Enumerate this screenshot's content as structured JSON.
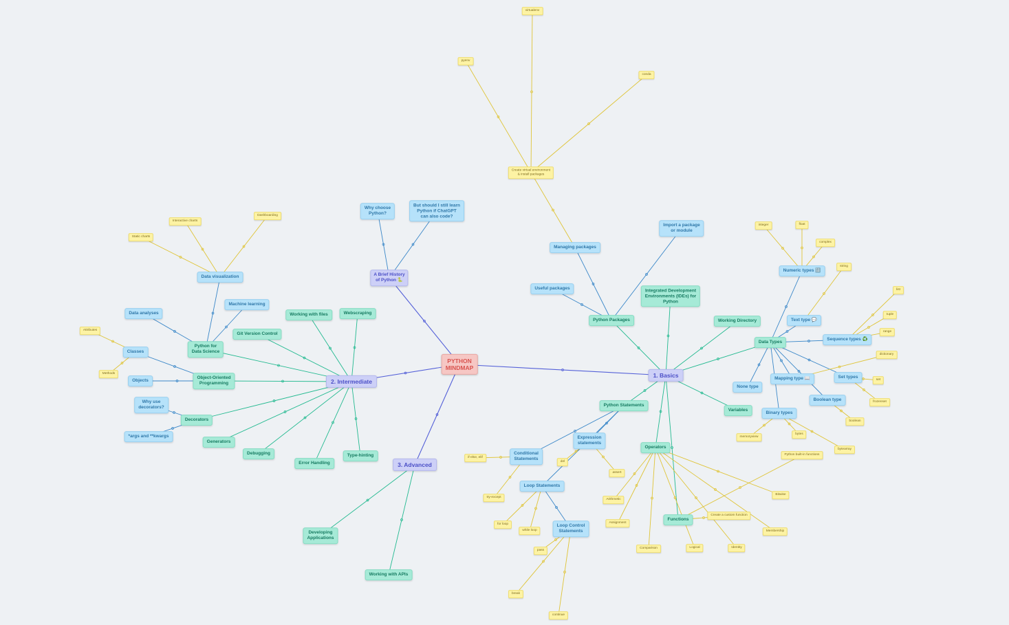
{
  "colors": {
    "background": "#eef1f4",
    "edge_main": "#5460d8",
    "edge_teal": "#21b98f",
    "edge_blue": "#3a87c8",
    "edge_yellow": "#dfc437"
  },
  "nodes": {
    "root": "PYTHON\nMINDMAP",
    "basics": "1. Basics",
    "intermediate": "2. Intermediate",
    "advanced": "3. Advanced",
    "history": "A Brief History\nof Python 🐍",
    "why_choose": "Why choose\nPython?",
    "chatgpt": "But should I still learn\nPython if ChatGPT\ncan also code?",
    "python_packages": "Python Packages",
    "managing_packages": "Managing packages",
    "useful_packages": "Useful packages",
    "import_package": "Import a package\nor module",
    "create_venv": "Create virtual environment\n& install packages",
    "venv": "virtualenv",
    "pyenv": "pyenv",
    "conda": "conda",
    "ides": "Integrated Development\nEnvironments (IDEs) for\nPython",
    "working_directory": "Working Directory",
    "data_types": "Data Types",
    "numeric_types": "Numeric types 🔢",
    "integer": "integer",
    "float": "float",
    "complex": "complex",
    "text_type": "Text type 💬",
    "string": "string",
    "sequence_types": "Sequence types ♻️",
    "list": "list",
    "tuple": "tuple",
    "range": "range",
    "mapping_type": "Mapping type 📖",
    "dictionary": "dictionary",
    "set_types": "Set types",
    "set": "set",
    "frozenset": "frozenset",
    "none_type": "None type",
    "boolean_type": "Boolean type",
    "boolean": "boolean",
    "binary_types": "Binary types",
    "memoryview": "memoryview",
    "bytes": "bytes",
    "bytearray": "bytearray",
    "variables": "Variables",
    "python_statements": "Python Statements",
    "expression_statements": "Expression\nstatements",
    "del": "del",
    "assert": "assert",
    "conditional_statements": "Conditional\nStatements",
    "if_else": "if-else, elif",
    "try_except": "try-except",
    "loop_statements": "Loop Statements",
    "for_loop": "for loop",
    "while_loop": "while loop",
    "loop_control": "Loop Control\nStatements",
    "pass": "pass",
    "break": "break",
    "continue": "continue",
    "operators": "Operators",
    "arithmetic": "Arithmetic",
    "assignment": "Assignment",
    "comparison": "Comparison",
    "logical": "Logical",
    "identity": "Identity",
    "membership": "Membership",
    "bitwise": "Bitwise",
    "functions": "Functions",
    "builtin_functions": "Python built-in functions",
    "custom_function": "Create a custom function",
    "working_files": "Working with files",
    "webscraping": "Webscraping",
    "git": "Git Version Control",
    "python_ds": "Python for\nData Science",
    "data_viz": "Data visualization",
    "static_charts": "Static charts",
    "interactive_charts": "Interactive charts",
    "dashboarding": "Dashboarding",
    "data_analyses": "Data analyses",
    "machine_learning": "Machine learning",
    "oop": "Object-Oriented\nProgramming",
    "classes": "Classes",
    "attributes": "Attributes",
    "methods": "Methods",
    "objects": "Objects",
    "decorators": "Decorators",
    "why_decorators": "Why use\ndecorators?",
    "args_kwargs": "*args and **kwargs",
    "generators": "Generators",
    "debugging": "Debugging",
    "error_handling": "Error Handling",
    "type_hinting": "Type-hinting",
    "developing_apps": "Developing\nApplications",
    "working_apis": "Working with APIs"
  }
}
